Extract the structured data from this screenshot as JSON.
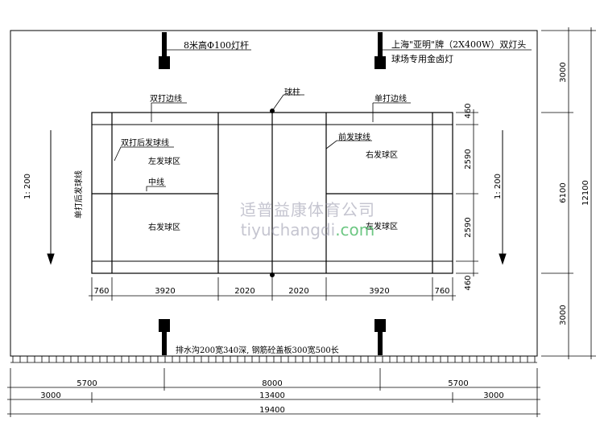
{
  "labels": {
    "pole_height": "8米高Φ100灯杆",
    "lamp_brand": "上海\"亚明\"牌（2X400W）双灯头",
    "lamp_type": "球场专用金卤灯",
    "doubles_side_line": "双打边线",
    "net": "球柱",
    "singles_side_line": "单打边线",
    "doubles_long_service": "双打后发球线",
    "left_service_court_1": "左发球区",
    "center_line": "中线",
    "right_service_court_1": "右发球区",
    "short_service_line": "前发球线",
    "right_service_court_2": "右发球区",
    "left_service_court_2": "左发球区",
    "singles_back_line": "单打后发球线",
    "slope_left": "1: 200",
    "slope_right": "1: 200",
    "drain": "排水沟200宽340深, 钢筋砼盖板300宽500长"
  },
  "dims": {
    "court_bottom": [
      "760",
      "3920",
      "2020",
      "2020",
      "3920",
      "760"
    ],
    "court_right": [
      "460",
      "2590",
      "2590",
      "460"
    ],
    "far_right": [
      "3000",
      "6100",
      "3000"
    ],
    "far_right_total": "12100",
    "row1": [
      "5700",
      "8000",
      "5700"
    ],
    "row2": [
      "3000",
      "13400",
      "3000"
    ],
    "row3": "19400"
  },
  "watermark": {
    "line1": "适普益康体育公司",
    "line2_a": "tiyuchangdi",
    "line2_b": ".com"
  }
}
